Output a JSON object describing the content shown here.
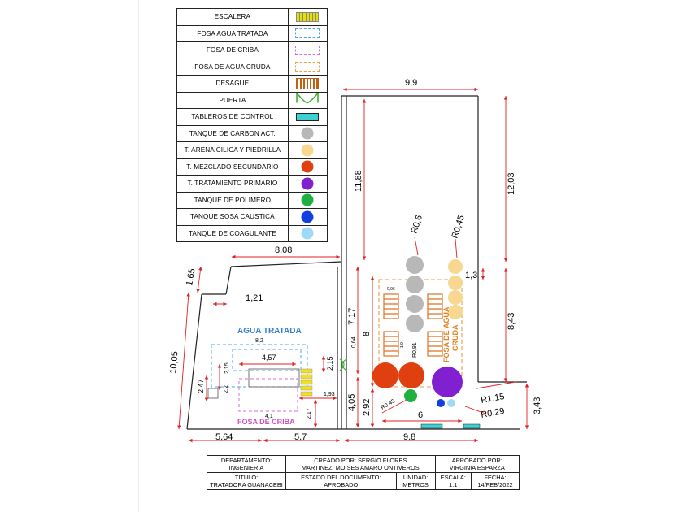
{
  "legend": [
    {
      "label": "ESCALERA",
      "symbol": "stairs",
      "color": "#e8e000"
    },
    {
      "label": "FOSA AGUA TRATADA",
      "symbol": "dashed-rect",
      "color": "#4aa8e0"
    },
    {
      "label": "FOSA DE CRIBA",
      "symbol": "dashed-rect",
      "color": "#d070d8"
    },
    {
      "label": "FOSA DE AGUA CRUDA",
      "symbol": "dashed-rect",
      "color": "#e8a040"
    },
    {
      "label": "DESAGUE",
      "symbol": "drain",
      "color": "#c06010"
    },
    {
      "label": "PUERTA",
      "symbol": "door",
      "color": "#40b030"
    },
    {
      "label": "TABLEROS DE CONTROL",
      "symbol": "panel",
      "color": "#40d0d0"
    },
    {
      "label": "TANQUE DE CARBON ACT.",
      "symbol": "circle",
      "color": "#b8b8b8"
    },
    {
      "label": "T. ARENA CILICA Y PIEDRILLA",
      "symbol": "circle",
      "color": "#f8d890"
    },
    {
      "label": "T. MEZCLADO SECUNDARIO",
      "symbol": "circle",
      "color": "#e04010"
    },
    {
      "label": "T. TRATAMIENTO PRIMARIO",
      "symbol": "circle",
      "color": "#8020d0"
    },
    {
      "label": "TANQUE DE POLIMERO",
      "symbol": "circle",
      "color": "#20b040"
    },
    {
      "label": "TANQUE SOSA CAUSTICA",
      "symbol": "circle",
      "color": "#1040e0"
    },
    {
      "label": "TANQUE DE COAGULANTE",
      "symbol": "circle",
      "color": "#a0d8f8"
    }
  ],
  "dimensions": {
    "d_9_9": "9,9",
    "d_11_88": "11,88",
    "d_12_03": "12,03",
    "d_8_08": "8,08",
    "d_1_65": "1,65",
    "d_1_21": "1,21",
    "d_10_05": "10,05",
    "d_7_17": "7,17",
    "d_8": "8",
    "d_1_3": "1,3",
    "d_8_43": "8,43",
    "d_3_43": "3,43",
    "d_4_05": "4,05",
    "d_2_92": "2,92",
    "d_6": "6",
    "d_5_64": "5,64",
    "d_5_7": "5,7",
    "d_9_8": "9,8",
    "d_8_2": "8,2",
    "d_4_57": "4,57",
    "d_2_15a": "2,15",
    "d_2_15b": "2,15",
    "d_2_2": "2,2",
    "d_2_47": "2,47",
    "d_1_93": "1,93",
    "d_4_1": "4,1",
    "d_2_17": "2,17",
    "d_0_64": "0,64",
    "d_0_96": "0,96",
    "d_1_9": "1,9",
    "r_0_6": "R0,6",
    "r_0_45": "R0,45",
    "r_0_91": "R0,91",
    "r_0_45b": "R0,45",
    "r_0_29": "R0,29",
    "r_1_15": "R1,15"
  },
  "labels": {
    "agua_tratada": "AGUA TRATADA",
    "fosa_criba": "FOSA DE CRIBA",
    "fosa_agua_cruda_1": "FOSA DE AGUA",
    "fosa_agua_cruda_2": "CRUDA"
  },
  "title_block": {
    "departamento_h": "DEPARTAMENTO:",
    "departamento_v": "INGENIERIA",
    "creado_h": "CREADO POR: SERGIO FLORES",
    "creado_v": "MARTINEZ, MOISES AMARO ONTIVEROS",
    "aprobado_h": "APROBADO POR:",
    "aprobado_v": "VIRGINIA ESPARZA",
    "titulo_h": "TITULO:",
    "titulo_v": "TRATADORA GUANACEBI",
    "estado_h": "ESTADO DEL DOCUMENTO:",
    "estado_v": "APROBADO",
    "unidad_h": "UNIDAD:",
    "unidad_v": "METROS",
    "escala_h": "ESCALA:",
    "escala_v": "1:1",
    "fecha_h": "FECHA:",
    "fecha_v": "14/FEB/2022"
  }
}
